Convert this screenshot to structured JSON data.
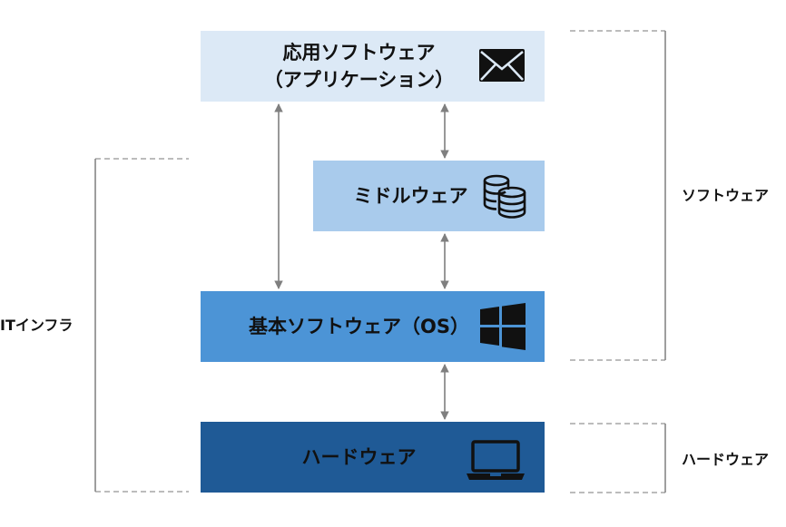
{
  "layers": {
    "application": {
      "line1": "応用ソフトウェア",
      "line2": "（アプリケーション）",
      "icon": "envelope-icon",
      "color": "#dce9f6"
    },
    "middleware": {
      "label": "ミドルウェア",
      "icon": "database-icon",
      "color": "#a9cbec"
    },
    "os": {
      "label": "基本ソフトウェア（OS）",
      "icon": "windows-logo-icon",
      "color": "#4c94d6"
    },
    "hardware": {
      "label": "ハードウェア",
      "icon": "laptop-icon",
      "color": "#1f5a96"
    }
  },
  "groups": {
    "software": "ソフトウェア",
    "hardware": "ハードウェア",
    "it_infra": "ITインフラ"
  },
  "colors": {
    "arrow": "#7f7f7f",
    "bracket": "#7f7f7f",
    "dashed": "#a6a6a6"
  }
}
